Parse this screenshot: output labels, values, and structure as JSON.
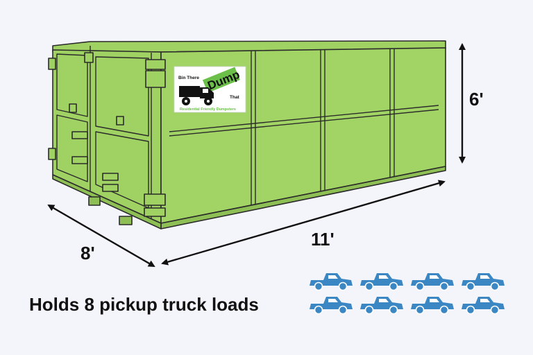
{
  "dimensions": {
    "height": "6'",
    "length": "11'",
    "width": "8'"
  },
  "logo": {
    "line1": "Bin There",
    "word": "Dump",
    "line2": "That",
    "tagline": "Residential Friendly Dumpsters"
  },
  "caption": "Holds 8 pickup truck loads",
  "truck_count": 8,
  "colors": {
    "dumpster_green": "#9fd163",
    "truck_blue": "#3b87c4",
    "background": "#f4f4fb"
  },
  "icons": {
    "truck": "pickup-truck-icon",
    "arrow": "double-arrow-icon"
  }
}
